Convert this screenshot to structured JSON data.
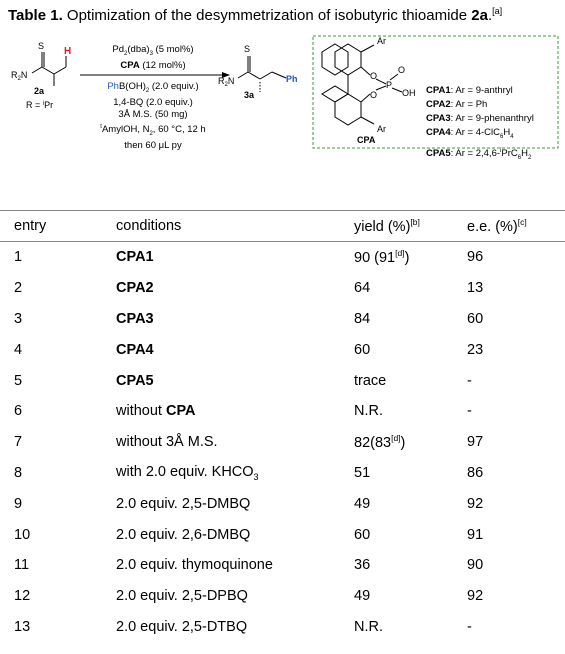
{
  "caption": {
    "prefix": "Table 1.",
    "text": " Optimization of the desymmetrization of isobutyric thioamide ",
    "compound": "2a",
    "period": ".",
    "note": "[a]"
  },
  "scheme": {
    "reactant_S": "S",
    "reactant_H": "H",
    "reactant_R2N": "R",
    "reactant_label": "2a",
    "reactant_R_def": "R = ",
    "reactant_R_sup": "i",
    "reactant_R_group": "Pr",
    "conditions": {
      "line1": "Pd(dba) (5 mol%)",
      "line2": "CPA (12 mol%)",
      "line3_colored": "Ph",
      "line3_rest": "B(OH) (2.0 equiv.)",
      "line4": "1,4-BQ (2.0 equiv.)",
      "line5": "3Å M.S. (50 mg)",
      "line6_sup": "t",
      "line6": "AmylOH, N , 60 °C, 12 h",
      "line7": "then 60 μL py"
    },
    "product_S": "S",
    "product_label": "3a",
    "product_Ph": "Ph",
    "catalyst_label": "CPA",
    "catalyst_Ar": "Ar",
    "catalyst_O": "O",
    "catalyst_P": "P",
    "catalyst_OH": "OH",
    "cpa_list": [
      {
        "name": "CPA1",
        "def": ": Ar = 9-anthryl"
      },
      {
        "name": "CPA2",
        "def": ": Ar = Ph"
      },
      {
        "name": "CPA3",
        "def": ": Ar = 9-phenanthryl"
      },
      {
        "name": "CPA4",
        "def": ": Ar = 4-ClC H"
      },
      {
        "name": "CPA5",
        "def": ": Ar = 2,4,6-"
      }
    ],
    "cpa5_rest_sup": "i",
    "cpa5_rest": "PrC H",
    "colors": {
      "h_red": "#e8202a",
      "ph_blue": "#2256b8",
      "box_green": "#3a9a3a"
    }
  },
  "table": {
    "headers": {
      "entry": "entry",
      "conditions": "conditions",
      "yield": "yield (%)",
      "yield_note": "[b]",
      "ee": "e.e. (%)",
      "ee_note": "[c]"
    },
    "rows": [
      {
        "entry": "1",
        "cond_pre": "",
        "cond_bold": "CPA1",
        "cond_post": "",
        "yield": "90 (91",
        "yield_note": "[d]",
        "yield_post": ")",
        "ee": "96"
      },
      {
        "entry": "2",
        "cond_pre": "",
        "cond_bold": "CPA2",
        "cond_post": "",
        "yield": "64",
        "yield_note": "",
        "yield_post": "",
        "ee": "13"
      },
      {
        "entry": "3",
        "cond_pre": "",
        "cond_bold": "CPA3",
        "cond_post": "",
        "yield": "84",
        "yield_note": "",
        "yield_post": "",
        "ee": "60"
      },
      {
        "entry": "4",
        "cond_pre": "",
        "cond_bold": "CPA4",
        "cond_post": "",
        "yield": "60",
        "yield_note": "",
        "yield_post": "",
        "ee": "23"
      },
      {
        "entry": "5",
        "cond_pre": "",
        "cond_bold": "CPA5",
        "cond_post": "",
        "yield": "trace",
        "yield_note": "",
        "yield_post": "",
        "ee": "-"
      },
      {
        "entry": "6",
        "cond_pre": "without ",
        "cond_bold": "CPA",
        "cond_post": "",
        "yield": "N.R.",
        "yield_note": "",
        "yield_post": "",
        "ee": "-"
      },
      {
        "entry": "7",
        "cond_pre": "without 3Å M.S.",
        "cond_bold": "",
        "cond_post": "",
        "yield": "82(83",
        "yield_note": "[d]",
        "yield_post": ")",
        "ee": "97"
      },
      {
        "entry": "8",
        "cond_pre": "with 2.0 equiv. KHCO",
        "cond_bold": "",
        "cond_post": "",
        "cond_sub": "3",
        "yield": "51",
        "yield_note": "",
        "yield_post": "",
        "ee": "86"
      },
      {
        "entry": "9",
        "cond_pre": "2.0 equiv. 2,5-DMBQ",
        "cond_bold": "",
        "cond_post": "",
        "yield": "49",
        "yield_note": "",
        "yield_post": "",
        "ee": "92"
      },
      {
        "entry": "10",
        "cond_pre": "2.0 equiv. 2,6-DMBQ",
        "cond_bold": "",
        "cond_post": "",
        "yield": "60",
        "yield_note": "",
        "yield_post": "",
        "ee": "91"
      },
      {
        "entry": "11",
        "cond_pre": "2.0 equiv. thymoquinone",
        "cond_bold": "",
        "cond_post": "",
        "yield": "36",
        "yield_note": "",
        "yield_post": "",
        "ee": "90"
      },
      {
        "entry": "12",
        "cond_pre": "2.0 equiv. 2,5-DPBQ",
        "cond_bold": "",
        "cond_post": "",
        "yield": "49",
        "yield_note": "",
        "yield_post": "",
        "ee": "92"
      },
      {
        "entry": "13",
        "cond_pre": "2.0 equiv. 2,5-DTBQ",
        "cond_bold": "",
        "cond_post": "",
        "yield": "N.R.",
        "yield_note": "",
        "yield_post": "",
        "ee": "-"
      }
    ]
  }
}
